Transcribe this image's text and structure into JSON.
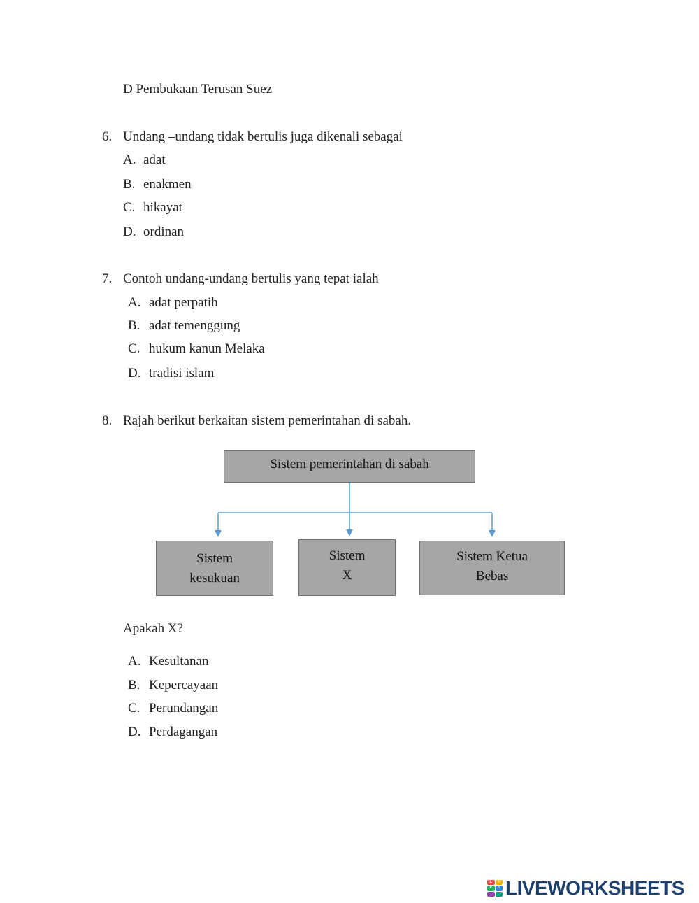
{
  "prev_option": "D Pembukaan Terusan Suez",
  "questions": [
    {
      "number": "6.",
      "text": "Undang –undang tidak bertulis juga dikenali sebagai",
      "options": [
        {
          "letter": "A.",
          "text": "adat"
        },
        {
          "letter": "B.",
          "text": "enakmen"
        },
        {
          "letter": "C.",
          "text": "hikayat"
        },
        {
          "letter": "D.",
          "text": "ordinan"
        }
      ]
    },
    {
      "number": "7.",
      "text": "Contoh undang-undang bertulis yang tepat ialah",
      "options": [
        {
          "letter": "A.",
          "text": "adat perpatih"
        },
        {
          "letter": "B.",
          "text": "adat temenggung"
        },
        {
          "letter": "C.",
          "text": "hukum kanun Melaka"
        },
        {
          "letter": "D.",
          "text": "tradisi islam"
        }
      ]
    },
    {
      "number": "8.",
      "text": "Rajah berikut berkaitan sistem pemerintahan di sabah.",
      "sub_question": "Apakah X?",
      "options": [
        {
          "letter": "A.",
          "text": "Kesultanan"
        },
        {
          "letter": "B.",
          "text": "Kepercayaan"
        },
        {
          "letter": "C.",
          "text": "Perundangan"
        },
        {
          "letter": "D.",
          "text": "Perdagangan"
        }
      ]
    }
  ],
  "diagram": {
    "root": "Sistem pemerintahan di sabah",
    "children": [
      {
        "line1": "Sistem",
        "line2": "kesukuan"
      },
      {
        "line1": "Sistem",
        "line2": "X"
      },
      {
        "line1": "Sistem Ketua",
        "line2": "Bebas"
      }
    ],
    "box_color": "#a6a6a6",
    "arrow_color": "#5b9bd5"
  },
  "footer": {
    "logo_text": "LIVEWORKSHEETS",
    "logo_mark": [
      "L",
      "I",
      "V",
      "E"
    ],
    "brand_color": "#1d3f6e"
  }
}
